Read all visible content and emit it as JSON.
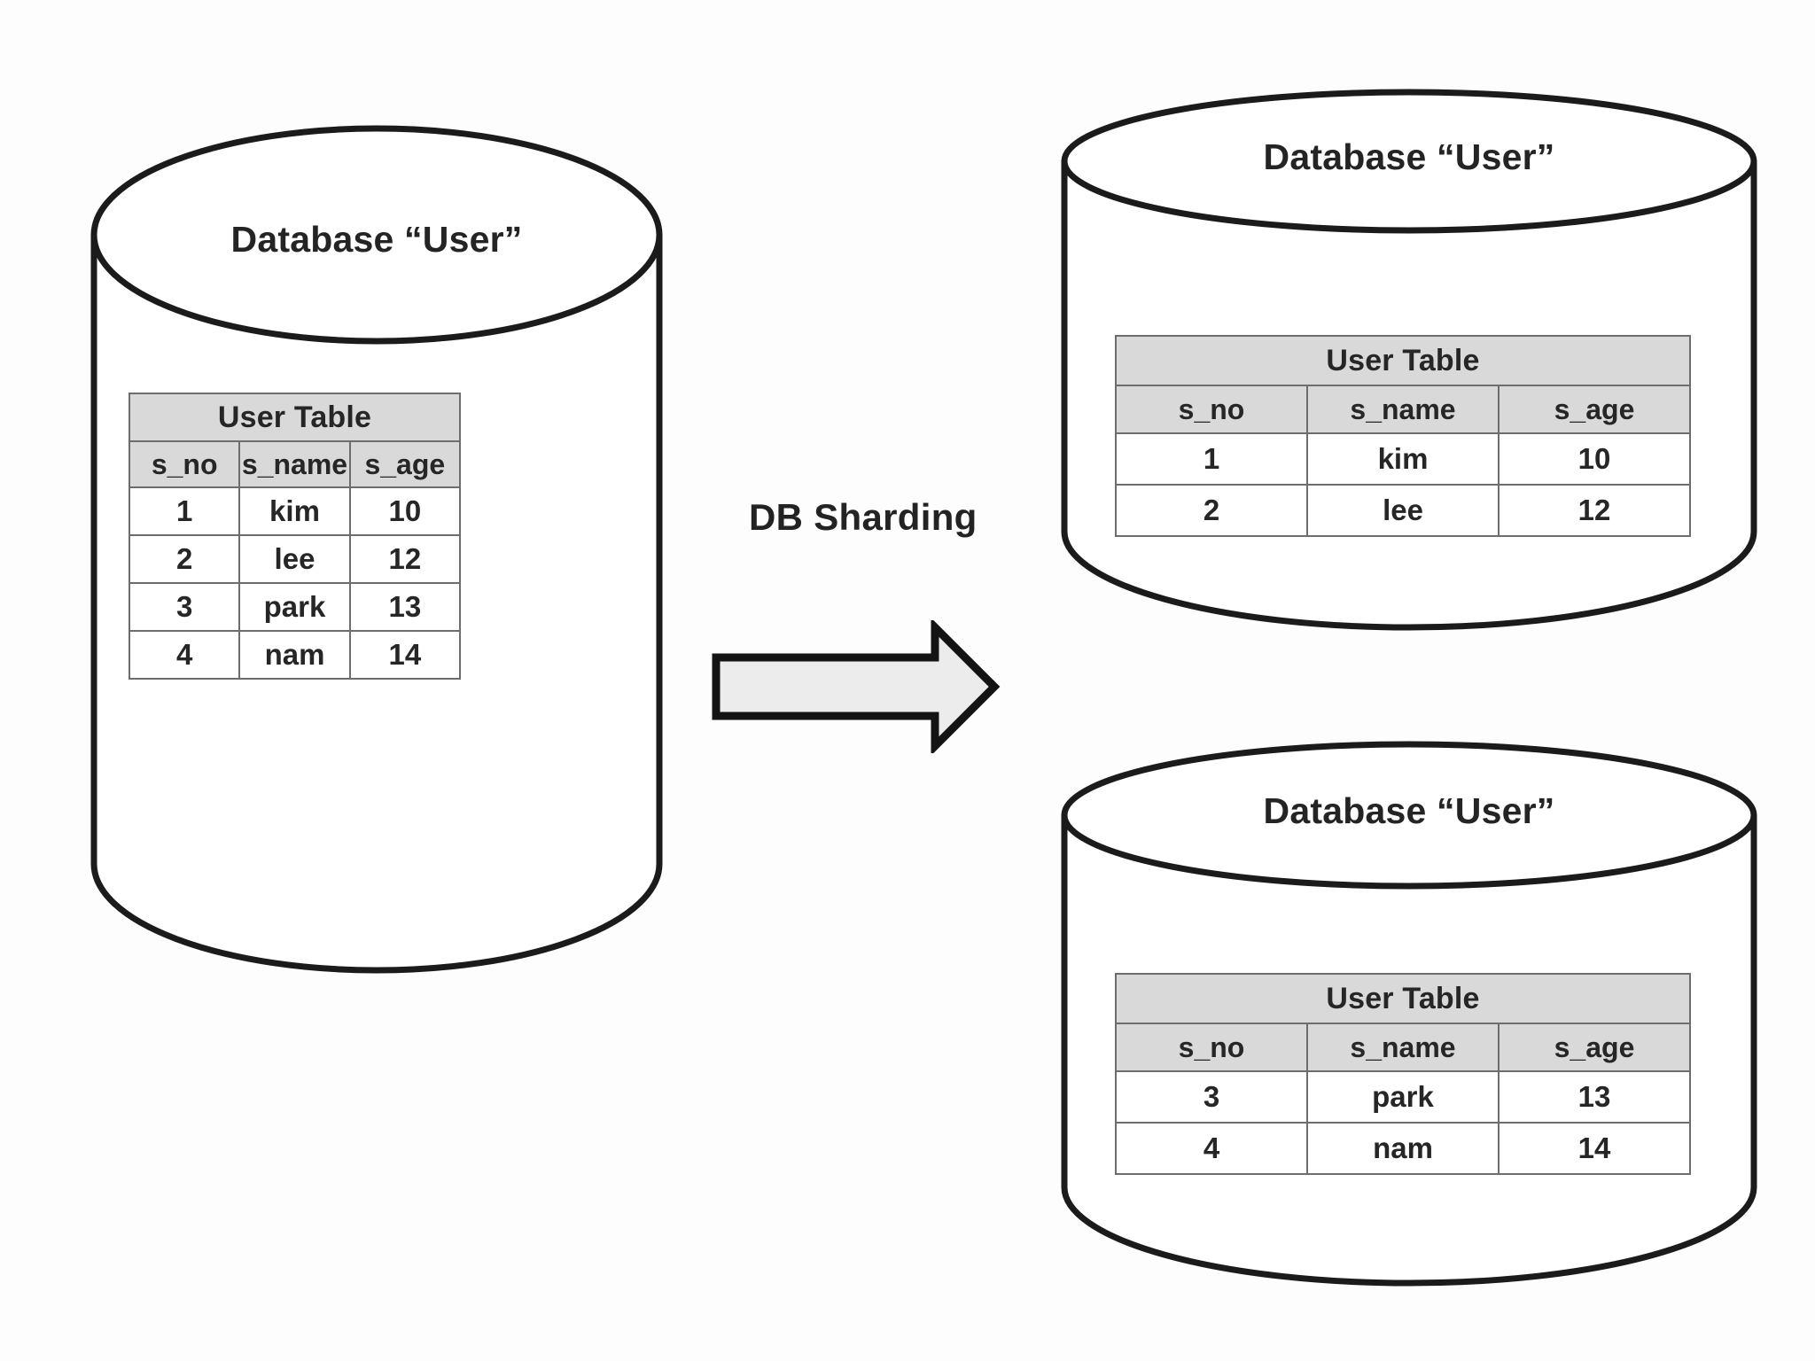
{
  "diagram": {
    "title_label": "DB Sharding",
    "arrow_icon": "right-block-arrow-icon",
    "colors": {
      "stroke": "#1b1b1b",
      "table_border": "#6d6d6d",
      "header_fill": "#d9d9d9",
      "cell_fill": "#ffffff",
      "arrow_fill": "#ececec",
      "background": "#fdfdfd",
      "text": "#242424"
    },
    "columns": [
      "s_no",
      "s_name",
      "s_age"
    ],
    "table_title": "User Table",
    "databases": [
      {
        "id": "source",
        "label": "Database “User”",
        "table": {
          "title": "User Table",
          "columns": [
            "s_no",
            "s_name",
            "s_age"
          ],
          "rows": [
            [
              "1",
              "kim",
              "10"
            ],
            [
              "2",
              "lee",
              "12"
            ],
            [
              "3",
              "park",
              "13"
            ],
            [
              "4",
              "nam",
              "14"
            ]
          ]
        }
      },
      {
        "id": "shard-1",
        "label": "Database “User”",
        "table": {
          "title": "User Table",
          "columns": [
            "s_no",
            "s_name",
            "s_age"
          ],
          "rows": [
            [
              "1",
              "kim",
              "10"
            ],
            [
              "2",
              "lee",
              "12"
            ]
          ]
        }
      },
      {
        "id": "shard-2",
        "label": "Database “User”",
        "table": {
          "title": "User Table",
          "columns": [
            "s_no",
            "s_name",
            "s_age"
          ],
          "rows": [
            [
              "3",
              "park",
              "13"
            ],
            [
              "4",
              "nam",
              "14"
            ]
          ]
        }
      }
    ]
  }
}
